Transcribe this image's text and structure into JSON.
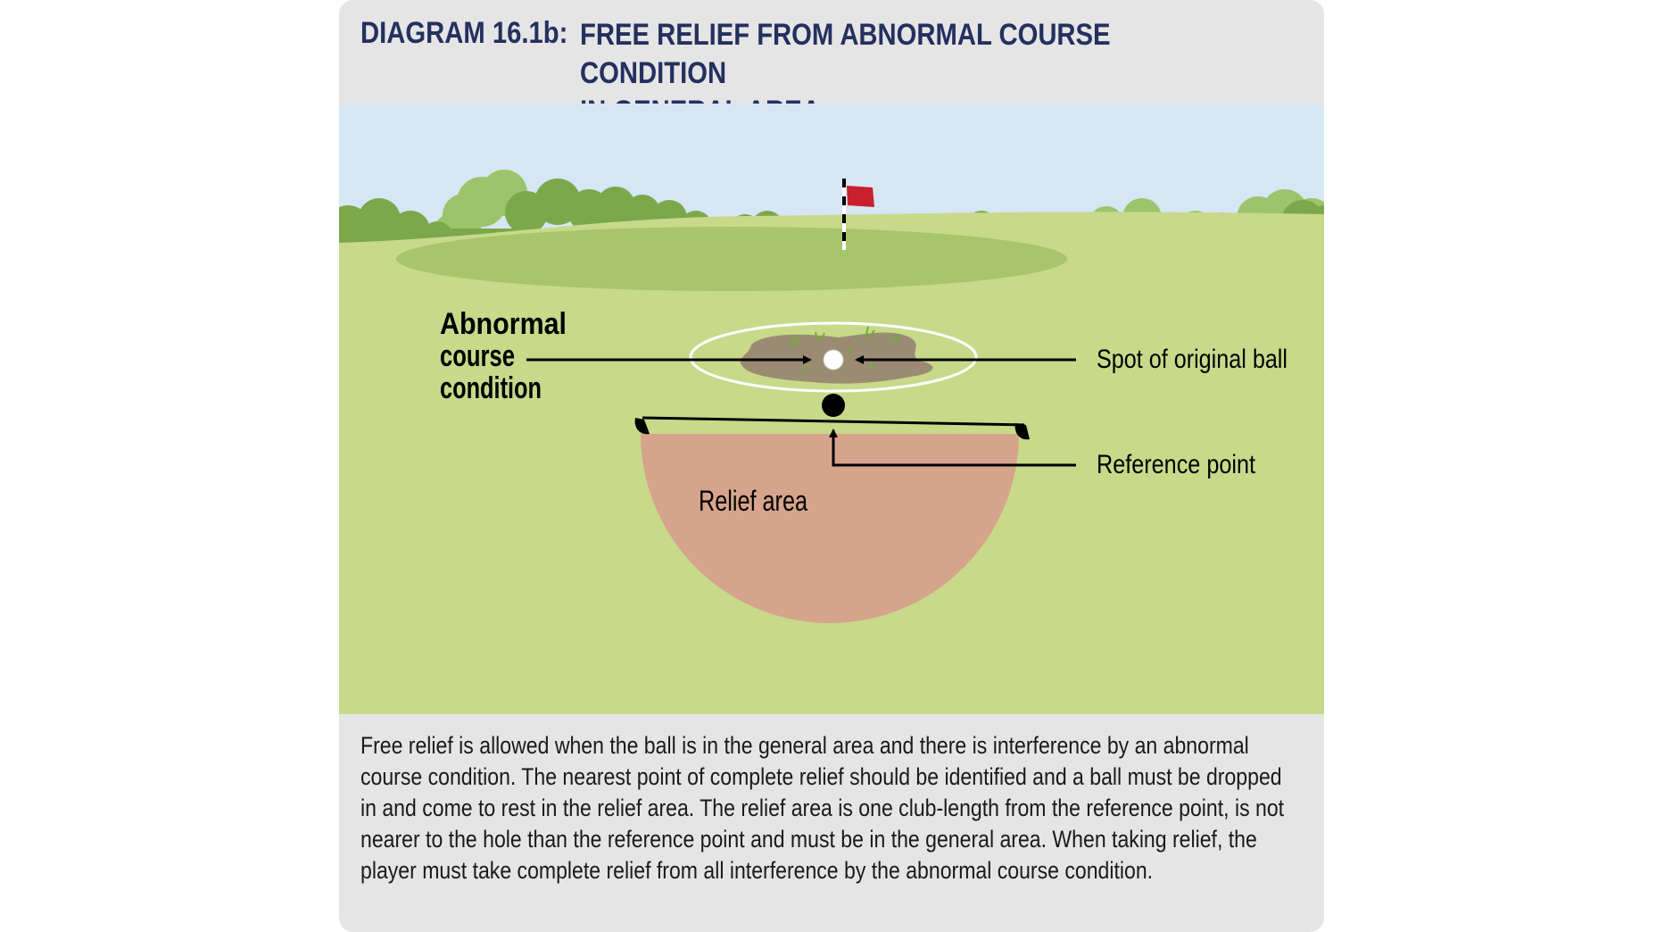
{
  "header": {
    "diagram_number": "DIAGRAM 16.1b:",
    "title": "FREE RELIEF FROM ABNORMAL COURSE CONDITION\nIN GENERAL AREA"
  },
  "labels": {
    "abnormal_line1": "Abnormal",
    "abnormal_line2": "course",
    "abnormal_line3": "condition",
    "spot_of_original_ball": "Spot of original ball",
    "reference_point": "Reference point",
    "relief_area": "Relief area"
  },
  "caption": "Free relief is allowed when the ball is in the general area and there is interference by an abnormal course condition. The nearest point of complete relief should be identified and a ball must be dropped in and come to rest in the relief area. The relief area is one club-length from the reference point, is not nearer to the hole than the reference point and must be in the general area. When taking relief, the player must take complete relief from all interference by the abnormal course condition.",
  "colors": {
    "header_text": "#24305e",
    "sky": "#d6e6f4",
    "fairway": "#c8d98a",
    "green": "#a7c56a",
    "trees_dark": "#7aa84a",
    "trees_light": "#9cc46a",
    "relief_area": "#d6a48c",
    "flag": "#c8202c",
    "mud": "#9b8b72"
  },
  "icons": {
    "flag": "flag-icon",
    "ball": "golf-ball-icon"
  }
}
